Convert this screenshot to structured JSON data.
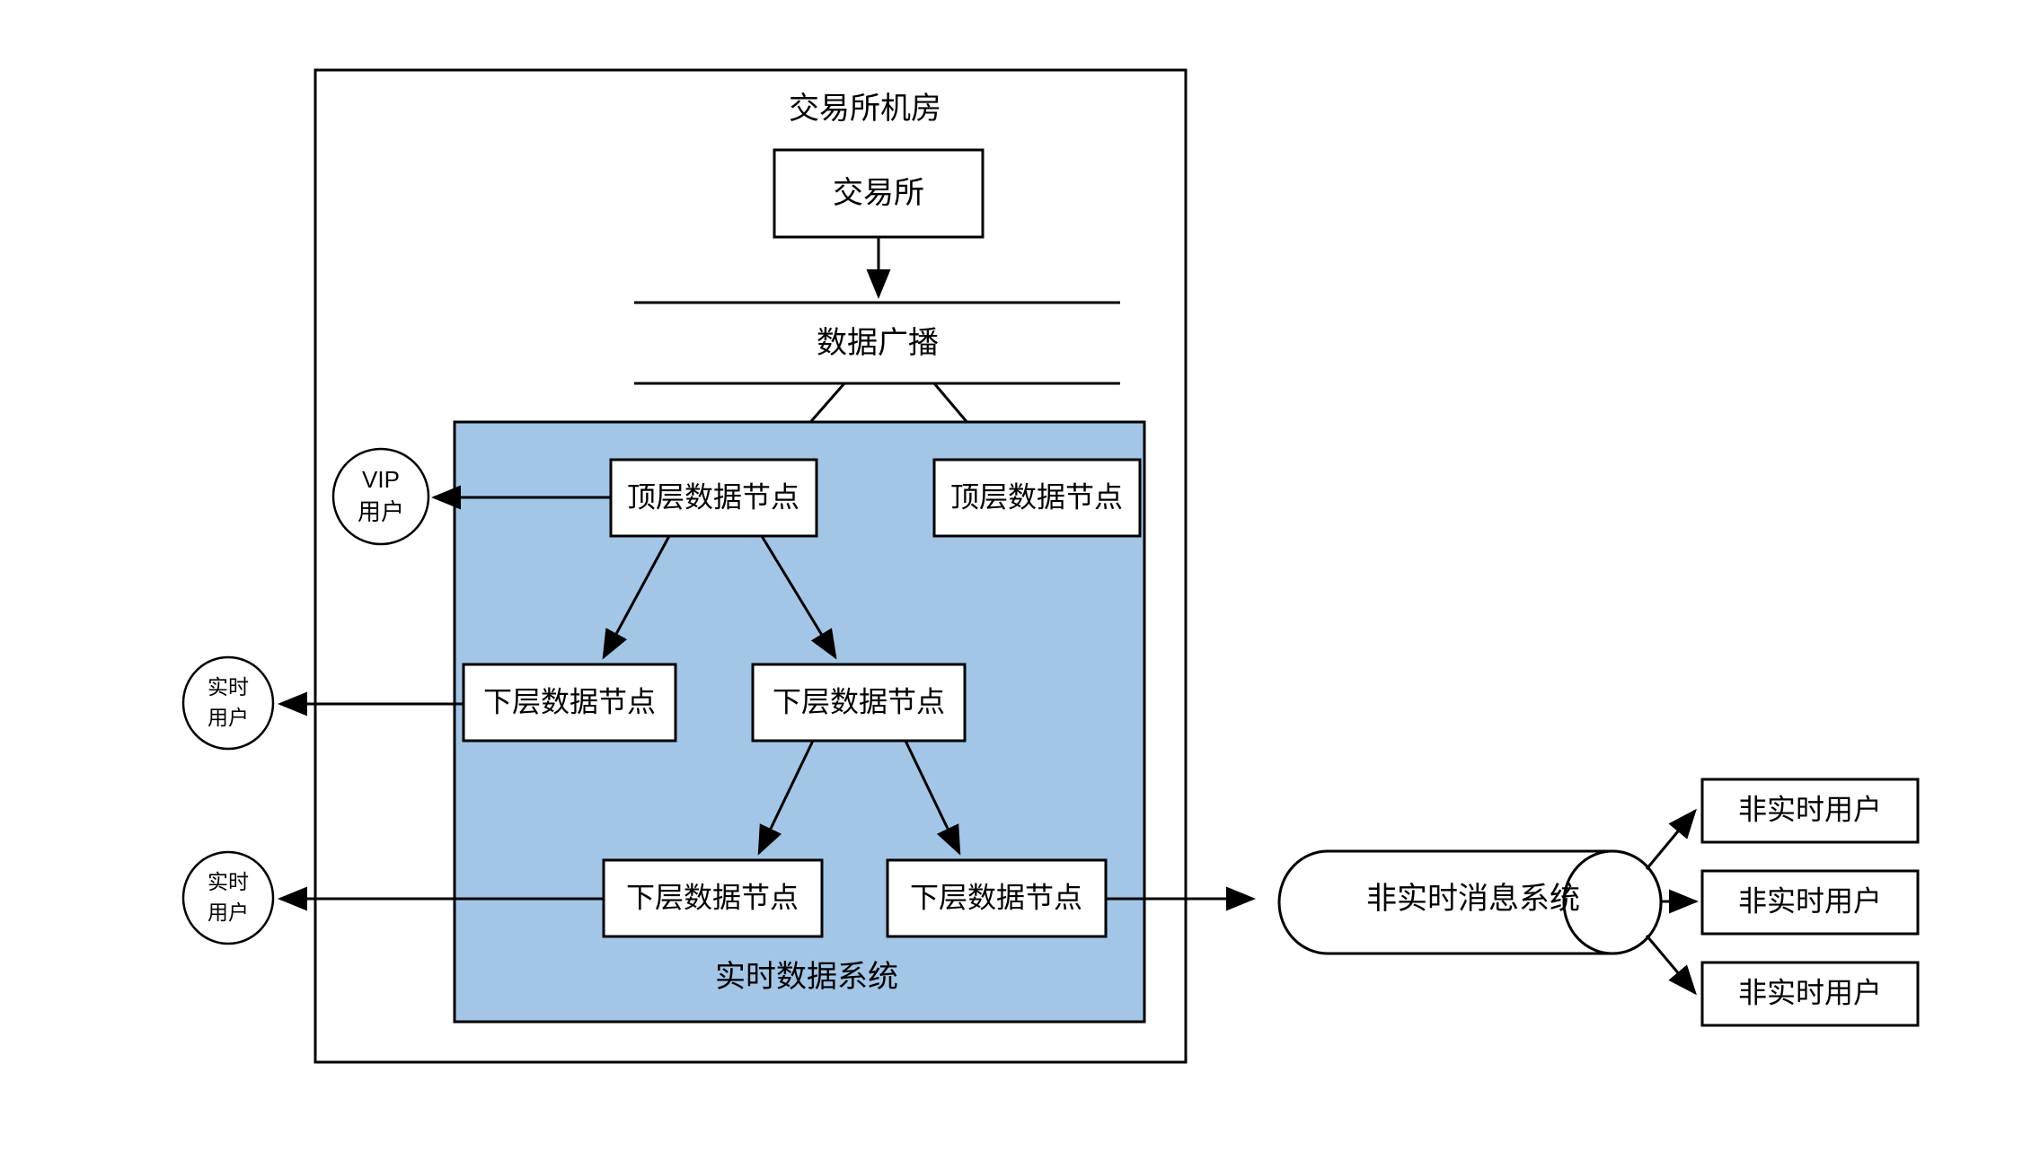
{
  "diagram": {
    "title": "交易所机房",
    "exchange_box": {
      "label": "交易所"
    },
    "broadcast_band": {
      "label": "数据广播"
    },
    "realtime_system": {
      "label": "实时数据系统",
      "fill_color": "#a3c6e7",
      "top_nodes": [
        {
          "label": "顶层数据节点"
        },
        {
          "label": "顶层数据节点"
        }
      ],
      "mid_nodes": [
        {
          "label": "下层数据节点"
        },
        {
          "label": "下层数据节点"
        }
      ],
      "bottom_nodes": [
        {
          "label": "下层数据节点"
        },
        {
          "label": "下层数据节点"
        }
      ]
    },
    "vip_user": {
      "line1": "VIP",
      "line2": "用户"
    },
    "realtime_users": [
      {
        "line1": "实时",
        "line2": "用户"
      },
      {
        "line1": "实时",
        "line2": "用户"
      }
    ],
    "message_system": {
      "label": "非实时消息系统"
    },
    "non_realtime_users": [
      {
        "label": "非实时用户"
      },
      {
        "label": "非实时用户"
      },
      {
        "label": "非实时用户"
      }
    ]
  },
  "colors": {
    "stroke": "#000000",
    "panel_fill": "#a3c6e7",
    "node_fill": "#ffffff",
    "background": "#ffffff"
  }
}
